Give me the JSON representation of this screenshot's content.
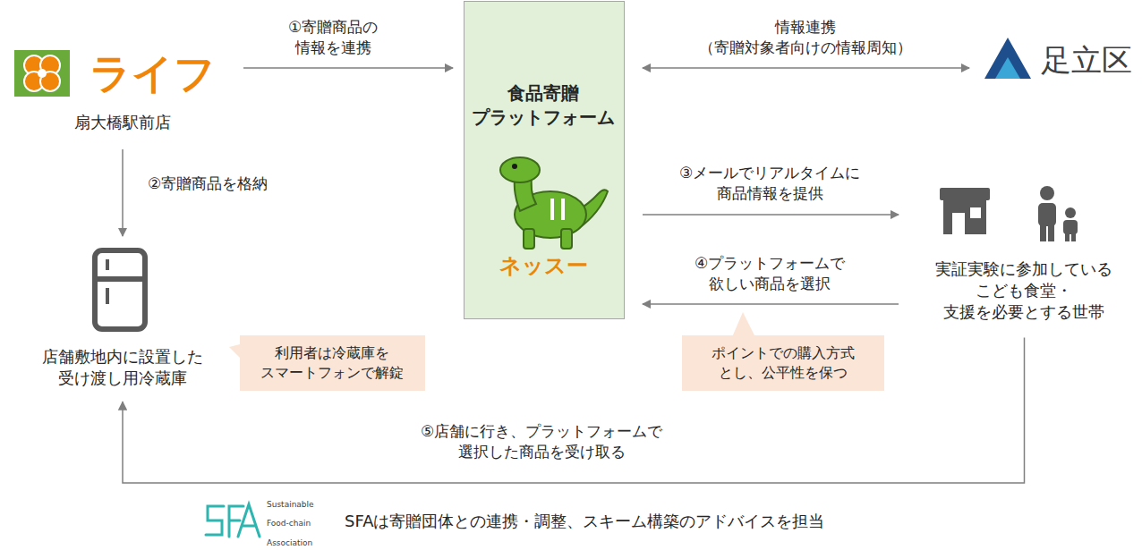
{
  "diagram": {
    "nodes": [
      {
        "text": [
          "ライフ",
          "扇大橋駅前店"
        ]
      },
      {
        "text": [
          "食品寄贈 プラットフォーム",
          "ネッスー"
        ]
      },
      {
        "text": [
          "足立区"
        ]
      },
      {
        "text": [
          "実証実験に参加している こども食堂・ 支援を必要とする世帯"
        ]
      },
      {
        "text": [
          "店舗敷地内に設置した 受け渡し用冷蔵庫"
        ]
      },
      {
        "text": [
          "利用者は冷蔵庫を スマートフォンで解錠"
        ]
      },
      {
        "text": [
          "ポイントでの購入方式 とし、公平性を保つ"
        ]
      }
    ],
    "edges": [
      {
        "from": 0,
        "to": 1,
        "label": "①寄贈商品の 情報を連携",
        "arrow": "to"
      },
      {
        "from": 1,
        "to": 2,
        "label": "情報連携 （寄贈対象者向けの情報周知）",
        "arrow": "both"
      },
      {
        "from": 0,
        "to": 4,
        "label": "②寄贈商品を格納",
        "arrow": "to"
      },
      {
        "from": 1,
        "to": 3,
        "label": "③メールでリアルタイムに 商品情報を提供",
        "arrow": "to"
      },
      {
        "from": 3,
        "to": 1,
        "label": "④プラットフォームで 欲しい商品を選択",
        "arrow": "to"
      },
      {
        "from": 3,
        "to": 4,
        "label": "⑤店舗に行き、プラットフォームで 選択した商品を受け取る",
        "arrow": "to"
      }
    ],
    "labels": [
      "Sustainable Food-chain Association",
      "SFAは寄贈団体との連携・調整、スキーム構築のアドバイスを担当"
    ]
  }
}
